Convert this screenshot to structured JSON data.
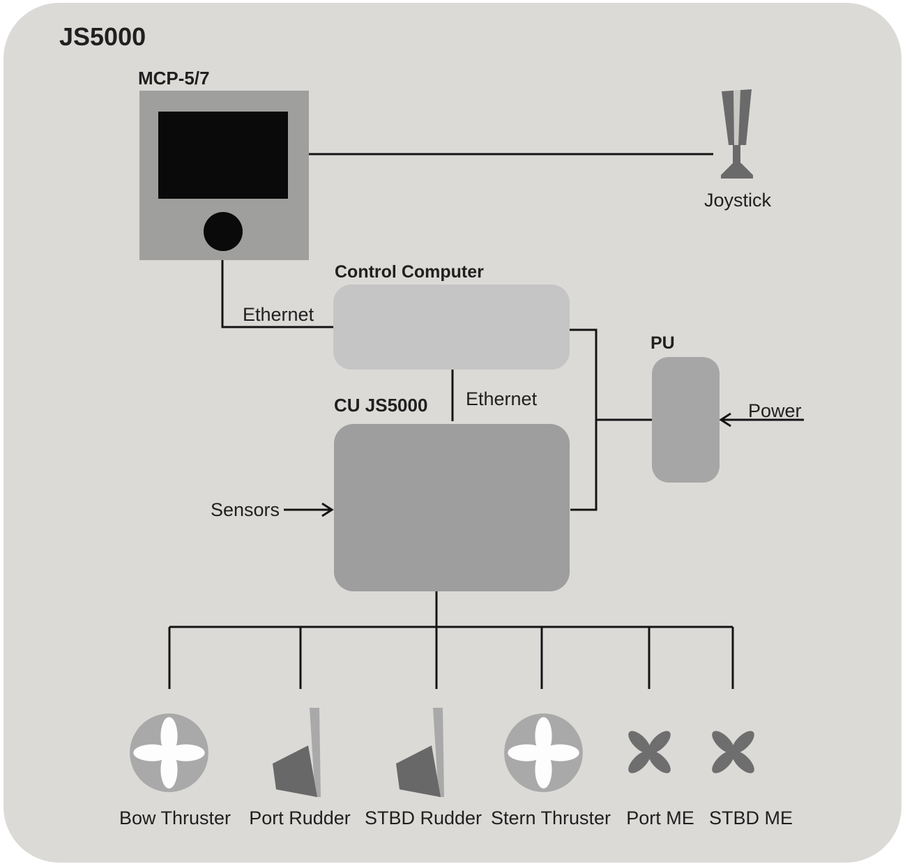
{
  "title": "JS5000",
  "nodes": {
    "mcp": {
      "label": "MCP-5/7"
    },
    "joystick": {
      "label": "Joystick"
    },
    "control_computer": {
      "label": "Control Computer"
    },
    "cu": {
      "label": "CU JS5000"
    },
    "pu": {
      "label": "PU"
    }
  },
  "connections": {
    "mcp_cc_label": "Ethernet",
    "cc_cu_label": "Ethernet",
    "sensors_label": "Sensors",
    "power_label": "Power"
  },
  "devices": [
    {
      "label": "Bow Thruster",
      "icon": "tunnel-thruster-icon"
    },
    {
      "label": "Port Rudder",
      "icon": "rudder-icon"
    },
    {
      "label": "STBD Rudder",
      "icon": "rudder-icon"
    },
    {
      "label": "Stern Thruster",
      "icon": "tunnel-thruster-icon"
    },
    {
      "label": "Port ME",
      "icon": "propeller-icon"
    },
    {
      "label": "STBD ME",
      "icon": "propeller-icon"
    }
  ],
  "colors": {
    "panel_bg": "#dbdad7",
    "line": "#141414",
    "text": "#202020",
    "box_cc": "#c5c5c5",
    "box_cu": "#9e9e9e",
    "box_pu": "#a6a6a6",
    "mcp_frame": "#9f9f9d",
    "screen_black": "#0a0a0a",
    "thruster_fill": "#a9a9a9",
    "petal_white": "#fdfdfd",
    "prop_dark": "#6e6e6e",
    "rudder_dark": "#686868",
    "rudder_blade": "#a9a9a9",
    "joystick_dark": "#6a6a6a",
    "joystick_stripe": "#c9c8c5"
  }
}
